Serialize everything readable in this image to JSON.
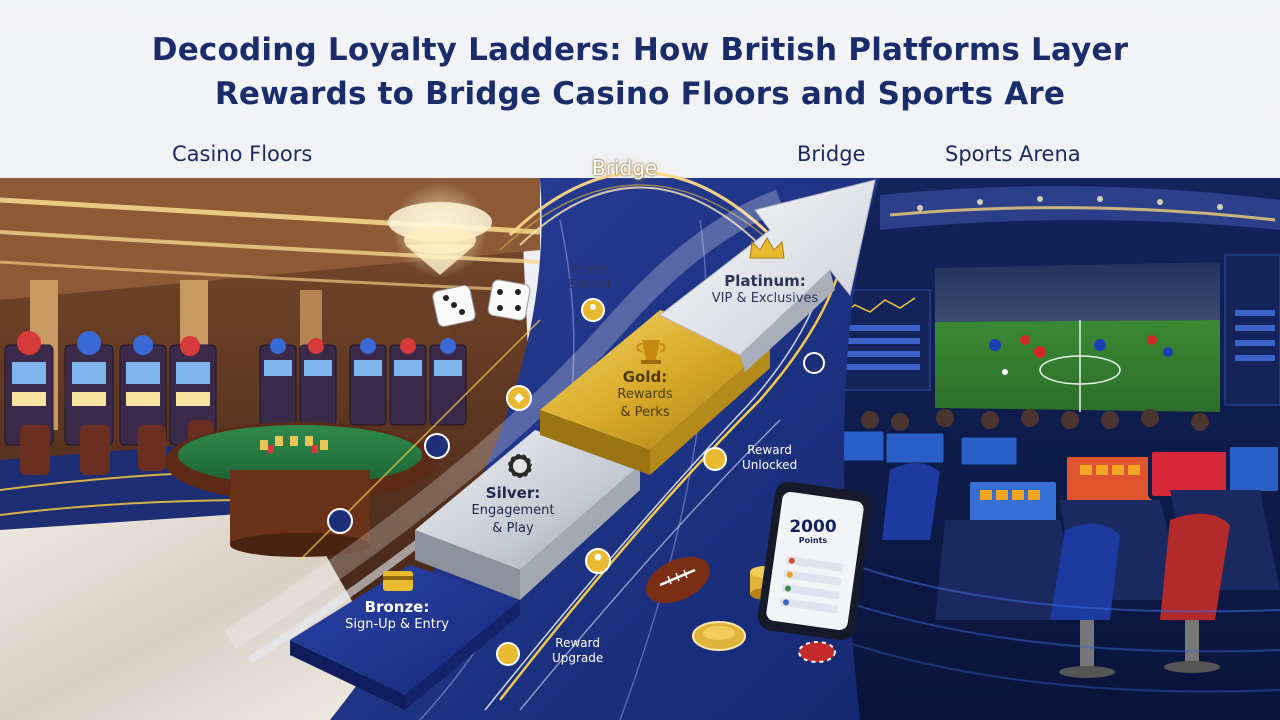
{
  "header": {
    "title_line1": "Decoding Loyalty Ladders: How British Platforms Layer",
    "title_line2": "Rewards to Bridge Casino Floors and Sports Are"
  },
  "zones": {
    "casino_label": "Casino Floors",
    "bridge_label": "Bridge",
    "bridge_arc_label": "Bridge",
    "sports_label": "Sports Arena"
  },
  "tiers": {
    "bronze": {
      "name": "Bronze:",
      "desc": "Sign-Up & Entry"
    },
    "silver": {
      "name": "Silver:",
      "desc_line1": "Engagement",
      "desc_line2": "& Play"
    },
    "gold": {
      "name": "Gold:",
      "desc_line1": "Rewards",
      "desc_line2": "& Perks"
    },
    "platinum": {
      "name": "Platinum:",
      "desc": "VIP & Exclusives"
    }
  },
  "callouts": {
    "points_line1": "Points",
    "points_line2": "Earned",
    "unlocked_line1": "Reward",
    "unlocked_line2": "Unlocked",
    "upgrade_line1": "Reward",
    "upgrade_line2": "Upgrade"
  },
  "phone": {
    "points_value": "2000",
    "points_label": "Points"
  },
  "colors": {
    "navy": "#1b2c6b",
    "bronze_step": "#1f3390",
    "silver_step": "#cfd3da",
    "gold_step": "#d8ad2c",
    "platinum_step": "#e2e5ea",
    "gold_accent": "#e8b830"
  }
}
